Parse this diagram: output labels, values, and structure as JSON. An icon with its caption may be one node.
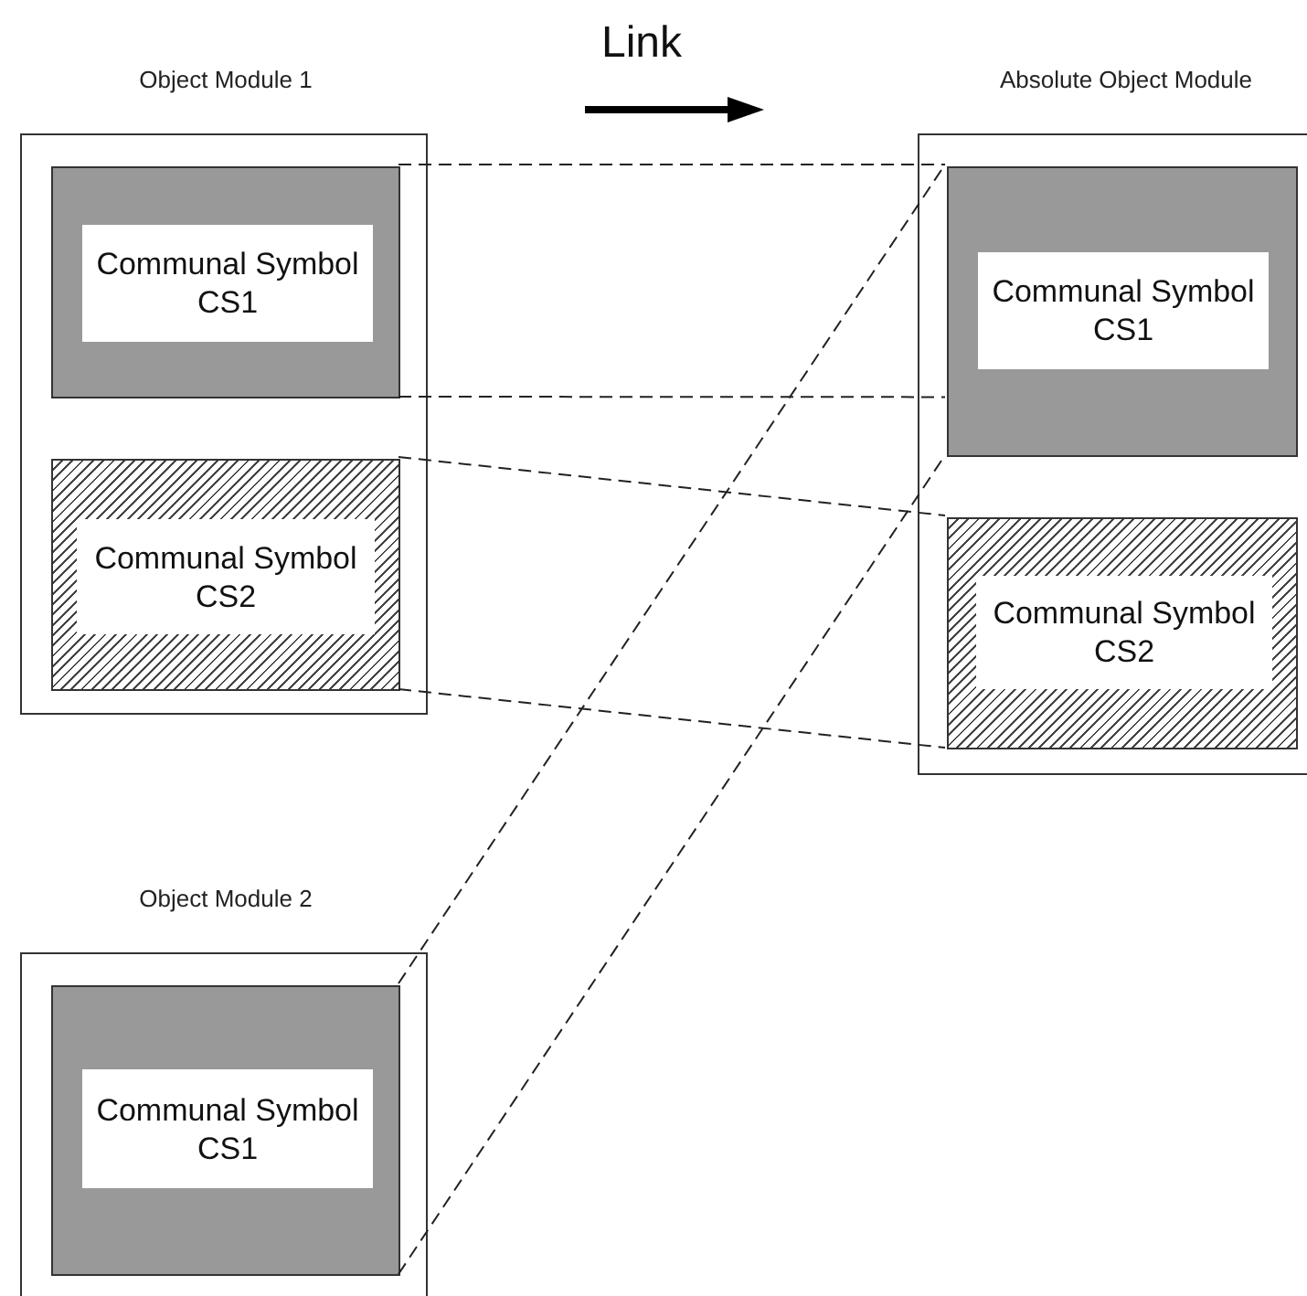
{
  "diagram": {
    "nodes": [
      {
        "text": [
          "Object Module 1"
        ]
      },
      {
        "text": [
          "Communal Symbol CS1"
        ],
        "in": 0
      },
      {
        "text": [
          "Communal Symbol CS2"
        ],
        "in": 0
      },
      {
        "text": [
          "Absolute Object Module"
        ]
      },
      {
        "text": [
          "Communal Symbol CS1"
        ],
        "in": 3
      },
      {
        "text": [
          "Communal Symbol CS2"
        ],
        "in": 3
      },
      {
        "text": [
          "Object Module 2"
        ]
      },
      {
        "text": [
          "Communal Symbol CS1"
        ],
        "in": 6
      }
    ],
    "edges": [
      {
        "from": 1,
        "to": 4,
        "arrow": "none",
        "style": "dashed"
      },
      {
        "from": 1,
        "to": 4,
        "arrow": "none",
        "style": "dashed"
      },
      {
        "from": 2,
        "to": 5,
        "arrow": "none",
        "style": "dashed"
      },
      {
        "from": 2,
        "to": 5,
        "arrow": "none",
        "style": "dashed"
      },
      {
        "from": 7,
        "to": 4,
        "arrow": "none",
        "style": "dashed"
      },
      {
        "from": 7,
        "to": 4,
        "arrow": "none",
        "style": "dashed"
      }
    ],
    "labels": [
      "Link"
    ]
  }
}
